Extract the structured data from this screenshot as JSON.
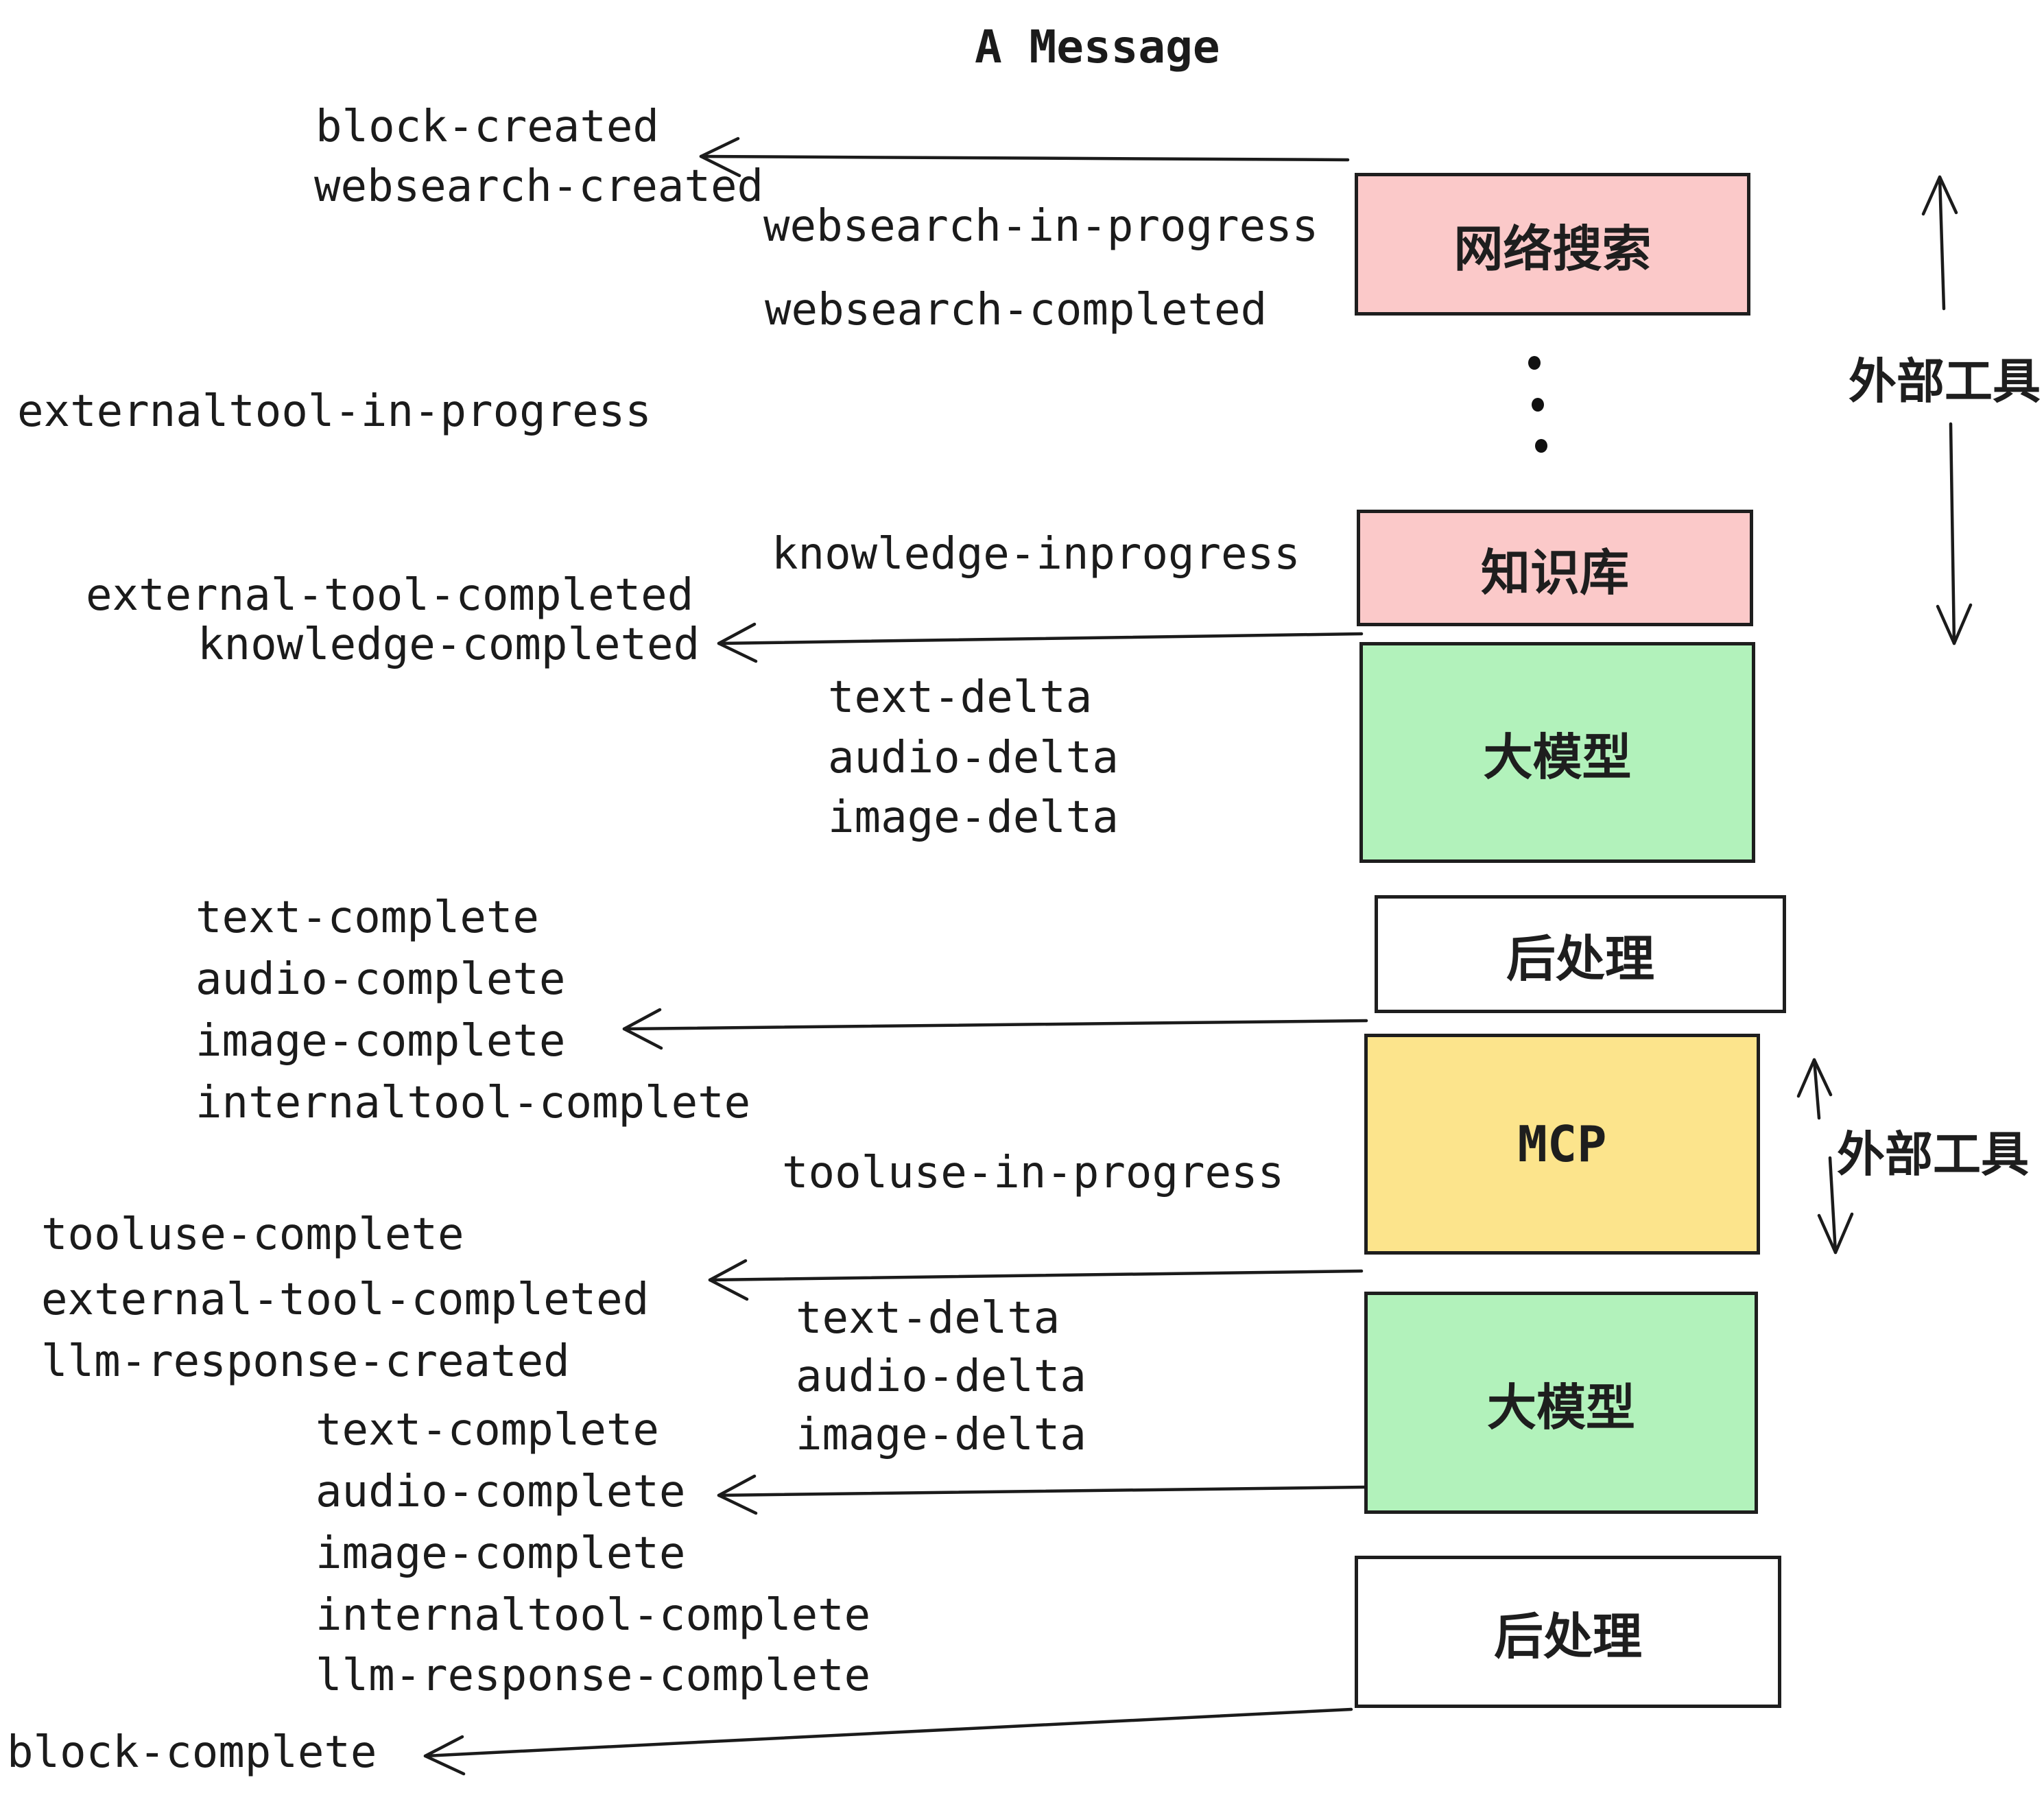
{
  "title": "A Message",
  "theme": {
    "pink": "#fbc9c9",
    "green": "#b2f2bb",
    "yellow": "#fce48c",
    "white": "#ffffff",
    "border": "#1e1e1e",
    "text": "#1b1b1b"
  },
  "boxes": {
    "websearch": "网络搜索",
    "knowledge": "知识库",
    "llm1": "大模型",
    "post1": "后处理",
    "mcp": "MCP",
    "llm2": "大模型",
    "post2": "后处理"
  },
  "side_labels": {
    "external_top": "外部工具",
    "external_mcp": "外部工具"
  },
  "events": {
    "block_created": "block-created",
    "websearch_created": "websearch-created",
    "websearch_in_progress": "websearch-in-progress",
    "websearch_completed": "websearch-completed",
    "externaltool_in_progress": "externaltool-in-progress",
    "knowledge_inprogress": "knowledge-inprogress",
    "external_tool_completed": "external-tool-completed",
    "knowledge_completed": "knowledge-completed",
    "text_delta": "text-delta",
    "audio_delta": "audio-delta",
    "image_delta": "image-delta",
    "text_complete": "text-complete",
    "audio_complete": "audio-complete",
    "image_complete": "image-complete",
    "internaltool_complete": "internaltool-complete",
    "tooluse_in_progress": "tooluse-in-progress",
    "tooluse_complete": "tooluse-complete",
    "llm_response_created": "llm-response-created",
    "llm_response_complete": "llm-response-complete",
    "block_complete": "block-complete"
  }
}
